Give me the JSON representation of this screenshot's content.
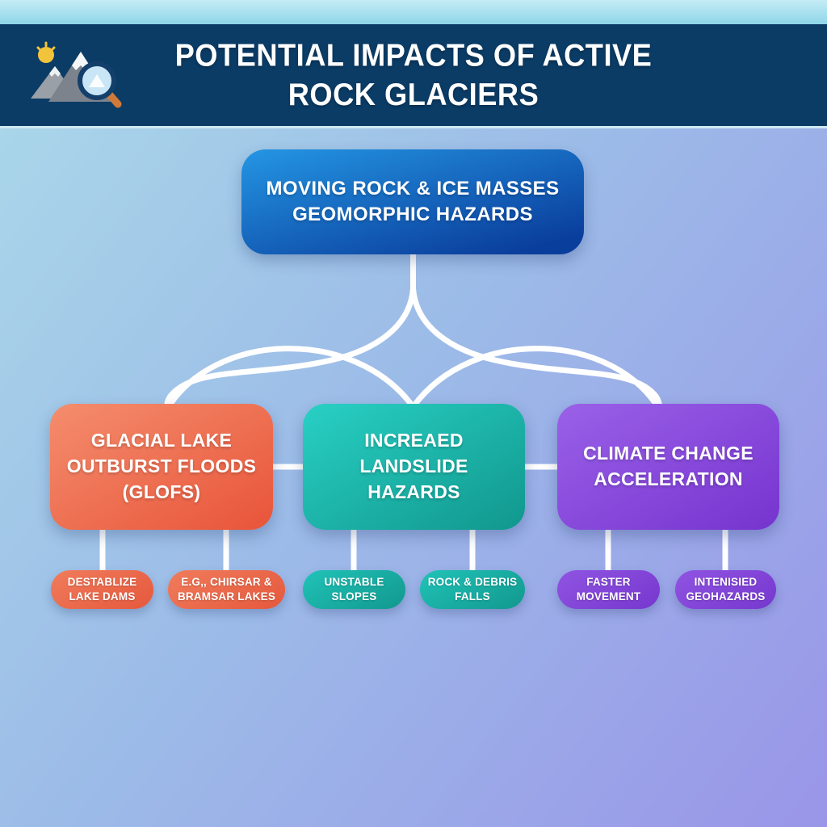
{
  "header": {
    "title_lines": [
      "POTENTIAL IMPACTS OF ACTIVE",
      "ROCK GLACIERS"
    ],
    "logo_name": "mountains-with-magnifier"
  },
  "palette": {
    "header_navy": "#0b3c66",
    "header_strip_cyan": "#a5e0ef",
    "background_top_left": "#abdae9",
    "background_bottom_right": "#9a95e8",
    "connector_white": "#ffffff",
    "root_blue_top": "#2496e3",
    "root_blue_bottom": "#0a3e9d",
    "branch_orange": "#ee6a4c",
    "branch_teal": "#1bbfb4",
    "branch_purple": "#8a4ade"
  },
  "diagram": {
    "root": {
      "line1": "MOVING ROCK & ICE MASSES",
      "line2": "GEOMORPHIC HAZARDS"
    },
    "branches": [
      {
        "title": "GLACIAL LAKE OUTBURST FLOODS (GLOFS)",
        "children": [
          {
            "label": "DESTABLIZE LAKE DAMS"
          },
          {
            "label": "E.G,, CHIRSAR & BRAMSAR LAKES"
          }
        ]
      },
      {
        "title": "INCREAED LANDSLIDE HAZARDS",
        "children": [
          {
            "label": "UNSTABLE SLOPES"
          },
          {
            "label": "ROCK & DEBRIS FALLS"
          }
        ]
      },
      {
        "title": "CLIMATE CHANGE ACCELERATION",
        "children": [
          {
            "label": "FASTER MOVEMENT"
          },
          {
            "label": "INTENISIED GEOHAZARDS"
          }
        ]
      }
    ]
  }
}
